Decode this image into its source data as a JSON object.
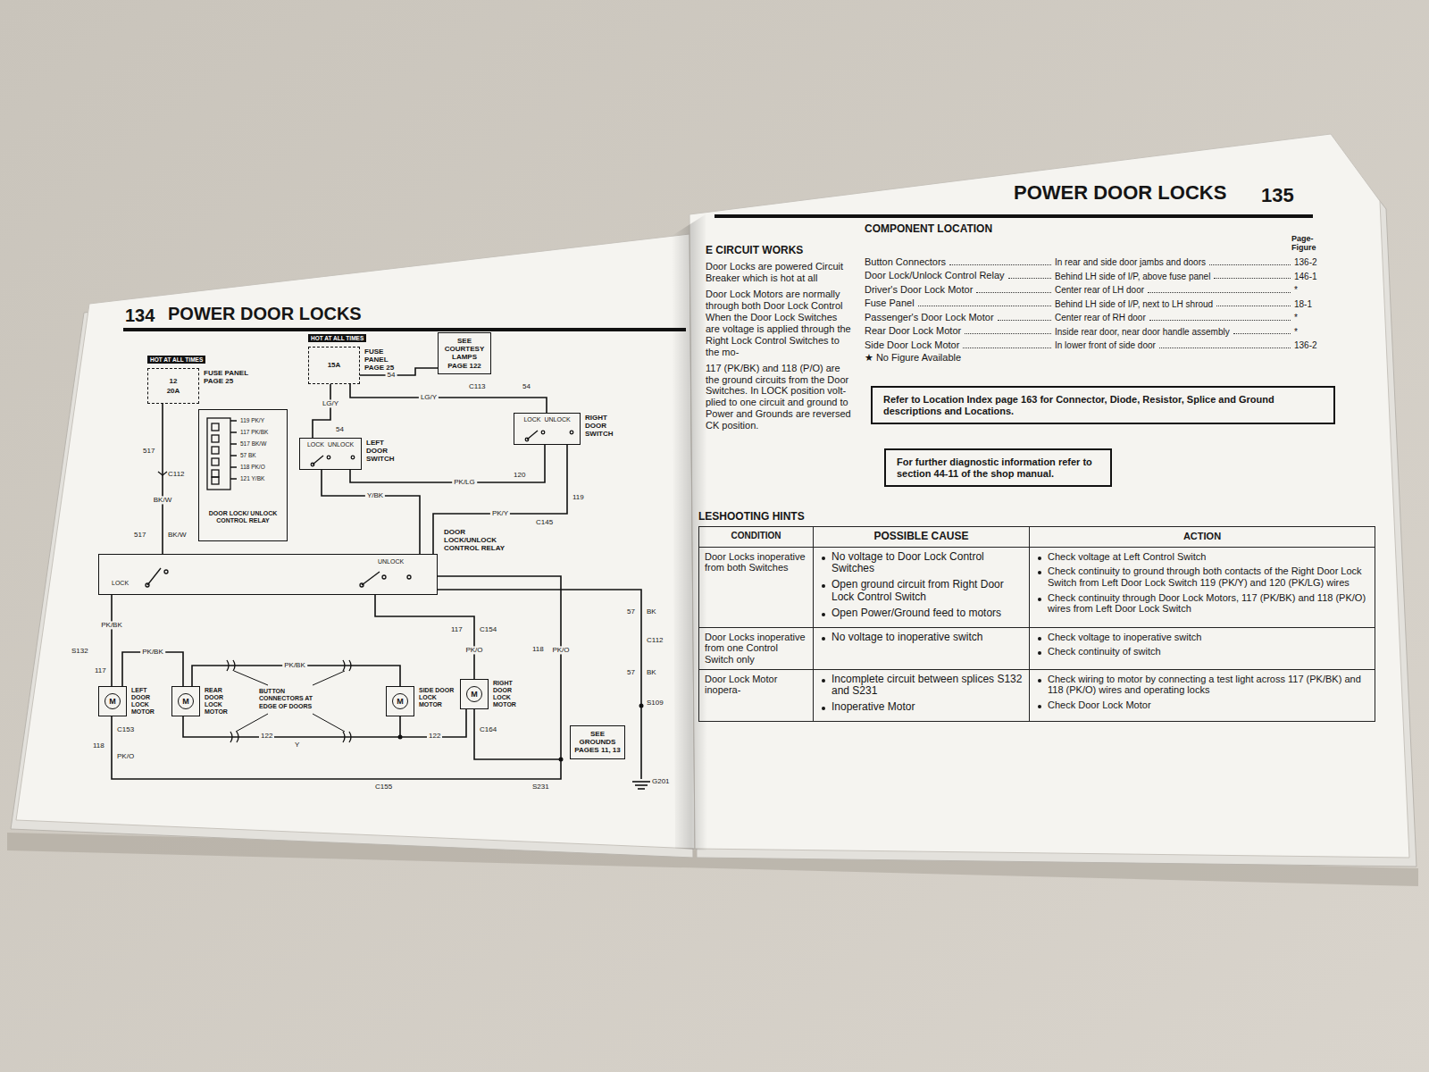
{
  "diagram": {
    "title": "POWER DOOR LOCKS",
    "nodes": [
      {
        "text": [
          "HOT AT ALL TIMES",
          "FUSE PANEL PAGE 25",
          "12",
          "20A"
        ]
      },
      {
        "text": [
          "HOT AT ALL TIMES",
          "FUSE PANEL PAGE 25",
          "15A"
        ]
      },
      {
        "text": [
          "SEE COURTESY LAMPS PAGE 122"
        ]
      },
      {
        "text": [
          "LEFT DOOR SWITCH",
          "LOCK",
          "UNLOCK"
        ]
      },
      {
        "text": [
          "RIGHT DOOR SWITCH",
          "LOCK",
          "UNLOCK"
        ]
      },
      {
        "text": [
          "DOOR LOCK/ UNLOCK CONTROL RELAY",
          "119 PK/Y",
          "117 PK/BK",
          "517 BK/W",
          "57 BK",
          "118 PK/O",
          "121 Y/BK"
        ]
      },
      {
        "text": [
          "DOOR LOCK/UNLOCK CONTROL RELAY",
          "LOCK",
          "UNLOCK"
        ]
      },
      {
        "text": [
          "LEFT DOOR LOCK MOTOR",
          "M"
        ]
      },
      {
        "text": [
          "REAR DOOR LOCK MOTOR",
          "M"
        ]
      },
      {
        "text": [
          "SIDE DOOR LOCK MOTOR",
          "M"
        ]
      },
      {
        "text": [
          "RIGHT DOOR LOCK MOTOR",
          "M"
        ]
      },
      {
        "text": [
          "SEE GROUNDS PAGES 11, 13"
        ]
      },
      {
        "text": [
          "Refer to Location Index page 163 for Connector, Diode, Resistor, Splice and Ground descriptions and Locations."
        ]
      },
      {
        "text": [
          "For further diagnostic information refer to section 44-11 of the shop manual."
        ]
      }
    ],
    "edges": [
      {
        "from": 0,
        "to": 6,
        "arrow": "none",
        "label": "BK/W"
      },
      {
        "from": 1,
        "to": 3,
        "arrow": "none",
        "label": "LG/Y"
      },
      {
        "from": 1,
        "to": 4,
        "arrow": "none",
        "label": "LG/Y"
      },
      {
        "from": 1,
        "to": 2,
        "arrow": "none",
        "label": "54"
      },
      {
        "from": 3,
        "to": 4,
        "arrow": "none",
        "label": "PK/LG"
      },
      {
        "from": 3,
        "to": 6,
        "arrow": "none",
        "label": "Y/BK"
      },
      {
        "from": 4,
        "to": 6,
        "arrow": "none",
        "label": "PK/Y"
      },
      {
        "from": 6,
        "to": 7,
        "arrow": "none",
        "label": "PK/BK"
      },
      {
        "from": 7,
        "to": 8,
        "arrow": "none",
        "label": "PK/BK"
      },
      {
        "from": 8,
        "to": 9,
        "arrow": "none",
        "label": "PK/BK"
      },
      {
        "from": 6,
        "to": 10,
        "arrow": "none",
        "label": "PK/O"
      },
      {
        "from": 6,
        "to": 10,
        "arrow": "none",
        "label": "PK/O"
      }
    ],
    "labels": [
      "134",
      "POWER DOOR LOCKS",
      "135",
      "COMPONENT LOCATION",
      "Page-Figure",
      "Button Connectors",
      "In rear and side door jambs and doors",
      "136-2",
      "Door Lock/Unlock Control Relay",
      "Behind LH side of I/P, above fuse panel",
      "146-1",
      "Driver's Door Lock Motor",
      "Center rear of LH door",
      "*",
      "Fuse Panel",
      "Behind LH side of I/P, next to LH shroud",
      "18-1",
      "Passenger's Door Lock Motor",
      "Center rear of RH door",
      "*",
      "Rear Door Lock Motor",
      "Inside rear door, near door handle assembly",
      "*",
      "Side Door Lock Motor",
      "In lower front of side door",
      "136-2",
      "★ No Figure Available",
      "E CIRCUIT WORKS",
      "Door Locks are powered Circuit Breaker which is hot at all",
      "Door Lock Motors are normally through both Door Lock Control When the Door Lock Switches are voltage is applied through the Right Lock Control Switches to the mo-",
      "117 (PK/BK) and 118 (P/O) are the ground circuits from the Door Switches. In LOCK position volt- plied to one circuit and ground to Power and Grounds are reversed CK position.",
      "LESHOOTING HINTS",
      "CONDITION",
      "POSSIBLE CAUSE",
      "ACTION",
      "Door Locks inoperative from both Switches",
      "No voltage to Door Lock Control Switches",
      "Open ground circuit from Right Door Lock Control Switch",
      "Open Power/Ground feed to motors",
      "Check voltage at Left Control Switch",
      "Check continuity to ground through both contacts of the Right Door Lock Switch from Left Door Lock Switch 119 (PK/Y) and 120 (PK/LG) wires",
      "Check continuity through Door Lock Motors, 117 (PK/BK) and 118 (PK/O) wires from Left Door Lock Switch",
      "Door Locks inoperative from one Control Switch only",
      "No voltage to inoperative switch",
      "Check voltage to inoperative switch",
      "Check continuity of switch",
      "Door Lock Motor inopera-",
      "Incomplete circuit between splices S132 and S231",
      "Inoperative Motor",
      "Check wiring to motor by connecting a test light across 117 (PK/BK) and 118 (PK/O) wires and operating locks",
      "Check Door Lock Motor",
      "517",
      "C112",
      "517",
      "BK/W",
      "54",
      "C113",
      "54",
      "120",
      "119",
      "C145",
      "S132",
      "117",
      "C153",
      "118",
      "PK/O",
      "117",
      "C154",
      "118",
      "57",
      "BK",
      "C112",
      "57",
      "BK",
      "S109",
      "G201",
      "122",
      "Y",
      "122",
      "C164",
      "S231",
      "C155",
      "BUTTON CONNECTORS AT EDGE OF DOORS"
    ]
  }
}
